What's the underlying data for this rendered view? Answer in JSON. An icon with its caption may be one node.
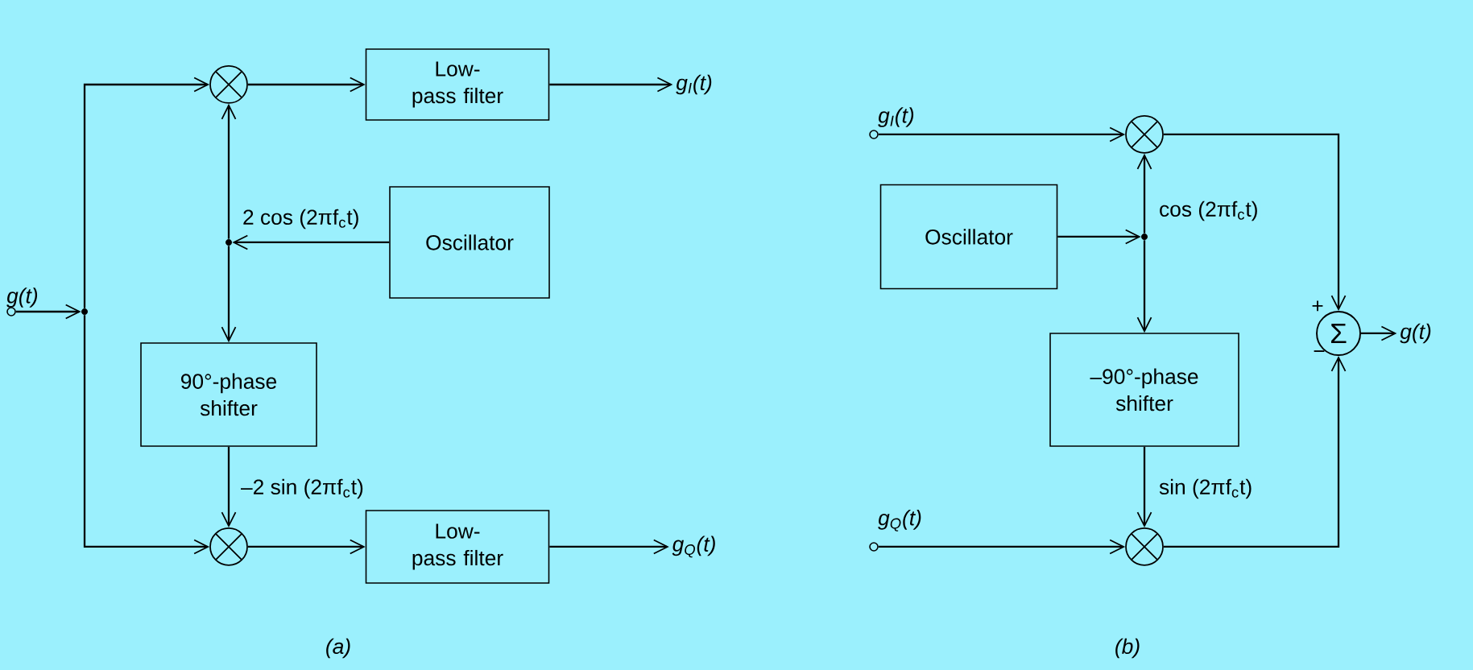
{
  "diagram": {
    "nodes": [
      {
        "text": [],
        "shape": "circle",
        "beside": [
          "g(t)"
        ]
      },
      {
        "text": [],
        "shape": "dot"
      },
      {
        "text": [],
        "shape": "multiplier"
      },
      {
        "text": [
          "Low-pass filter"
        ]
      },
      {
        "text": [
          "g$_{I}$(t)"
        ]
      },
      {
        "text": [
          "Oscillator"
        ]
      },
      {
        "text": [],
        "shape": "dot"
      },
      {
        "text": [
          "90°-phase shifter"
        ]
      },
      {
        "text": [],
        "shape": "multiplier"
      },
      {
        "text": [
          "Low-pass filter"
        ]
      },
      {
        "text": [
          "g$_{Q}$(t)"
        ]
      },
      {
        "text": [],
        "shape": "circle",
        "beside": [
          "g$_{I}$(t)"
        ]
      },
      {
        "text": [],
        "shape": "multiplier"
      },
      {
        "text": [
          "Oscillator"
        ]
      },
      {
        "text": [],
        "shape": "dot"
      },
      {
        "text": [
          "–90°-phase shifter"
        ]
      },
      {
        "text": [],
        "shape": "circle",
        "beside": [
          "g$_{Q}$(t)"
        ]
      },
      {
        "text": [],
        "shape": "multiplier"
      },
      {
        "text": [
          "Σ"
        ]
      },
      {
        "text": [
          "g(t)"
        ]
      }
    ],
    "edges": [
      {
        "from": 0,
        "to": 1,
        "arrow": "to"
      },
      {
        "from": 1,
        "to": 2,
        "arrow": "to"
      },
      {
        "from": 1,
        "to": 8,
        "arrow": "to"
      },
      {
        "from": 2,
        "to": 3,
        "arrow": "to"
      },
      {
        "from": 3,
        "to": 4,
        "arrow": "to"
      },
      {
        "from": 5,
        "to": 6,
        "arrow": "to",
        "label": "2 cos (2πf$_{c}$t)"
      },
      {
        "from": 6,
        "to": 2,
        "arrow": "to"
      },
      {
        "from": 6,
        "to": 7,
        "arrow": "to"
      },
      {
        "from": 7,
        "to": 8,
        "arrow": "to",
        "label": "–2 sin (2πf$_{c}$t)"
      },
      {
        "from": 8,
        "to": 9,
        "arrow": "to"
      },
      {
        "from": 9,
        "to": 10,
        "arrow": "to"
      },
      {
        "from": 11,
        "to": 12,
        "arrow": "to"
      },
      {
        "from": 12,
        "to": 18,
        "arrow": "to"
      },
      {
        "from": 13,
        "to": 14,
        "arrow": "to"
      },
      {
        "from": 14,
        "to": 12,
        "arrow": "to",
        "label": "cos (2πf$_{c}$t)"
      },
      {
        "from": 14,
        "to": 15,
        "arrow": "to"
      },
      {
        "from": 15,
        "to": 17,
        "arrow": "to",
        "label": "sin (2πf$_{c}$t)"
      },
      {
        "from": 16,
        "to": 17,
        "arrow": "to"
      },
      {
        "from": 17,
        "to": 18,
        "arrow": "to"
      },
      {
        "from": 18,
        "to": 19,
        "arrow": "to"
      }
    ],
    "labels": [
      "+",
      "−",
      "(a)",
      "(b)"
    ]
  }
}
